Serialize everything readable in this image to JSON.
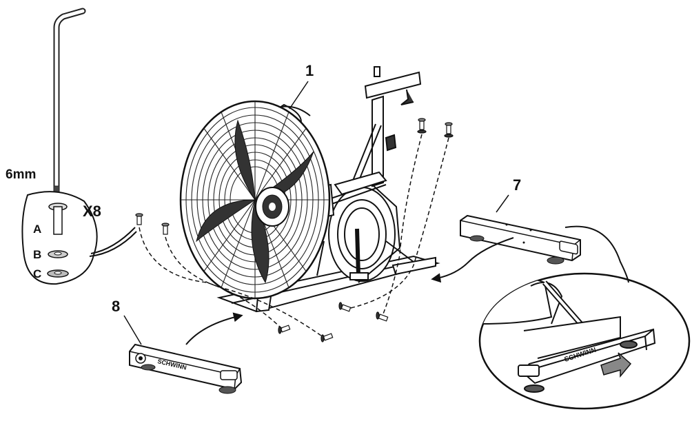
{
  "tool": {
    "size_label": "6mm"
  },
  "hardware": {
    "quantity_label": "X8",
    "items": [
      {
        "key": "A"
      },
      {
        "key": "B"
      },
      {
        "key": "C"
      }
    ]
  },
  "callouts": {
    "main_unit": "1",
    "front_stabilizer": "7",
    "rear_stabilizer": "8"
  },
  "brand": {
    "logo_text": "SCHWINN"
  }
}
